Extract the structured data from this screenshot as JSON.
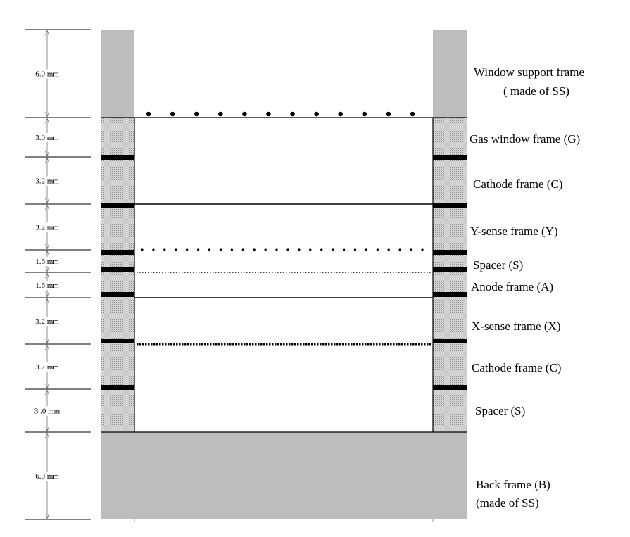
{
  "colors": {
    "steel": "#bdbdbd",
    "stack_fill": "#d2d2d2",
    "glue": "#000000",
    "line": "#000000",
    "arrow": "#777777"
  },
  "dimensions": [
    {
      "id": "window-support",
      "label": "6.0 mm",
      "mm": 6.0
    },
    {
      "id": "gas-window",
      "label": "3.0 mm",
      "mm": 3.0
    },
    {
      "id": "cathode-top",
      "label": "3.2 mm",
      "mm": 3.2
    },
    {
      "id": "y-sense",
      "label": "3.2 mm",
      "mm": 3.2
    },
    {
      "id": "spacer-top",
      "label": "1.6 mm",
      "mm": 1.6
    },
    {
      "id": "anode",
      "label": "1.6 mm",
      "mm": 1.6
    },
    {
      "id": "x-sense",
      "label": "3.2 mm",
      "mm": 3.2
    },
    {
      "id": "cathode-bottom",
      "label": "3.2 mm",
      "mm": 3.2
    },
    {
      "id": "spacer-bottom",
      "label": "3 .0 mm",
      "mm": 3.0
    },
    {
      "id": "back-frame",
      "label": "6.0 mm",
      "mm": 6.0
    }
  ],
  "frames": [
    {
      "id": "window-support",
      "lines": [
        "Window support frame",
        "( made of SS)"
      ]
    },
    {
      "id": "gas-window",
      "lines": [
        "Gas window  frame (G)"
      ]
    },
    {
      "id": "cathode-top",
      "lines": [
        "Cathode  frame (C)"
      ]
    },
    {
      "id": "y-sense",
      "lines": [
        "Y-sense  frame (Y)"
      ]
    },
    {
      "id": "spacer-top",
      "lines": [
        "Spacer (S)"
      ]
    },
    {
      "id": "anode",
      "lines": [
        "Anode frame (A)"
      ]
    },
    {
      "id": "x-sense",
      "lines": [
        "X-sense frame (X)"
      ]
    },
    {
      "id": "cathode-bottom",
      "lines": [
        "Cathode frame (C)"
      ]
    },
    {
      "id": "spacer-bottom",
      "lines": [
        "Spacer (S)"
      ]
    },
    {
      "id": "back-frame",
      "lines": [
        "Back frame (B)",
        "(made of SS)"
      ]
    }
  ],
  "wire_planes": [
    {
      "id": "window-wires",
      "style": "large-dots",
      "count": 12
    },
    {
      "id": "cathode-plane-top",
      "style": "solid"
    },
    {
      "id": "y-sense-wires",
      "style": "small-dots",
      "count": 26
    },
    {
      "id": "anode-wires",
      "style": "fine-dots"
    },
    {
      "id": "cathode-plane-mid",
      "style": "solid"
    },
    {
      "id": "x-sense-wires",
      "style": "dense-dots"
    }
  ]
}
